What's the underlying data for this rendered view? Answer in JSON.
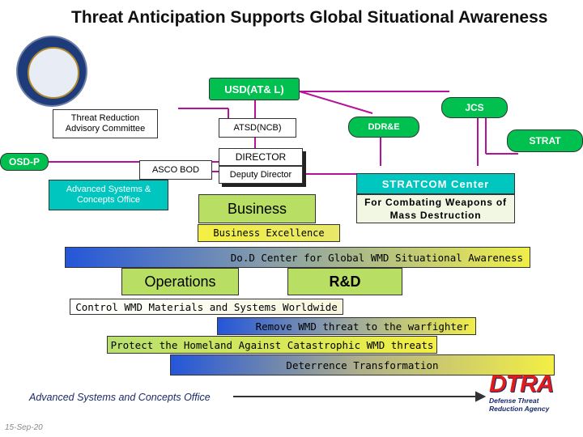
{
  "title": "Threat Anticipation Supports Global Situational Awareness",
  "org": {
    "usd": "USD(AT& L)",
    "jcs": "JCS",
    "trac": "Threat Reduction Advisory Committee",
    "atsd": "ATSD(NCB)",
    "ddre": "DDR&E",
    "strat": "STRAT",
    "osdp": "OSD-P",
    "asco_bod": "ASCO BOD",
    "director": "DIRECTOR",
    "deputy": "Deputy Director",
    "stratcom_center": "STRATCOM Center",
    "cwmd": "For Combating Weapons of Mass Destruction",
    "asco_office": "Advanced Systems & Concepts Office",
    "business": "Business"
  },
  "bars": {
    "business_excellence": "Business Excellence",
    "dod_center": "Do.D Center for Global WMD Situational Awareness",
    "operations": "Operations",
    "rnd": "R&D",
    "control": "Control WMD Materials and Systems Worldwide",
    "remove": "Remove WMD threat to the warfighter",
    "protect": "Protect the Homeland Against Catastrophic WMD threats",
    "deterrence": "Deterrence Transformation"
  },
  "footer": {
    "office": "Advanced Systems and Concepts Office",
    "date": "15-Sep-20",
    "logo_text": "DTRA",
    "logo_sub": "Defense Threat Reduction Agency"
  },
  "colors": {
    "green": "#00c050",
    "cyan": "#00c6c0",
    "light_green": "#b8df63",
    "grad_start": "#2456d9",
    "grad_end": "#f0ee4a"
  }
}
